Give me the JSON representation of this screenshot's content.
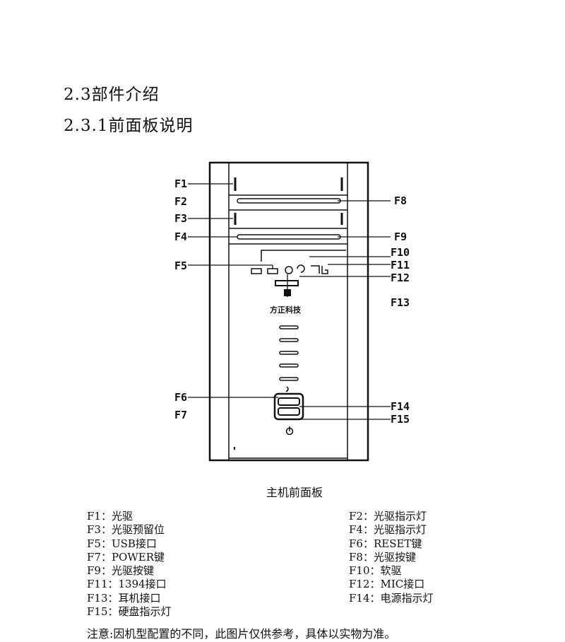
{
  "headings": {
    "section": "2.3部件介绍",
    "subsection": "2.3.1前面板说明"
  },
  "figure": {
    "callouts": {
      "F1": "F1",
      "F2": "F2",
      "F3": "F3",
      "F4": "F4",
      "F5": "F5",
      "F6": "F6",
      "F7": "F7",
      "F8": "F8",
      "F9": "F9",
      "F10": "F10",
      "F11": "F11",
      "F12": "F12",
      "F13": "F13",
      "F14": "F14",
      "F15": "F15"
    },
    "brand_logo": "方正科技",
    "icons": [
      "usb-icon",
      "headphone-icon",
      "mic-icon",
      "ieee1394-icon",
      "reset-icon",
      "power-icon"
    ]
  },
  "caption": "主机前面板",
  "legend": {
    "left": [
      "F1：光驱",
      "F3：光驱预留位",
      "F5：USB接口",
      "F7：POWER键",
      "F9：光驱按键",
      "F11：1394接口",
      "F13：耳机接口",
      "F15：硬盘指示灯"
    ],
    "right": [
      "F2：光驱指示灯",
      "F4：光驱指示灯",
      "F6：RESET键",
      "F8：光驱按键",
      "F10：软驱",
      "F12：MIC接口",
      "F14：电源指示灯"
    ]
  },
  "note": "注意:因机型配置的不同，此图片仅供参考，具体以实物为准。"
}
